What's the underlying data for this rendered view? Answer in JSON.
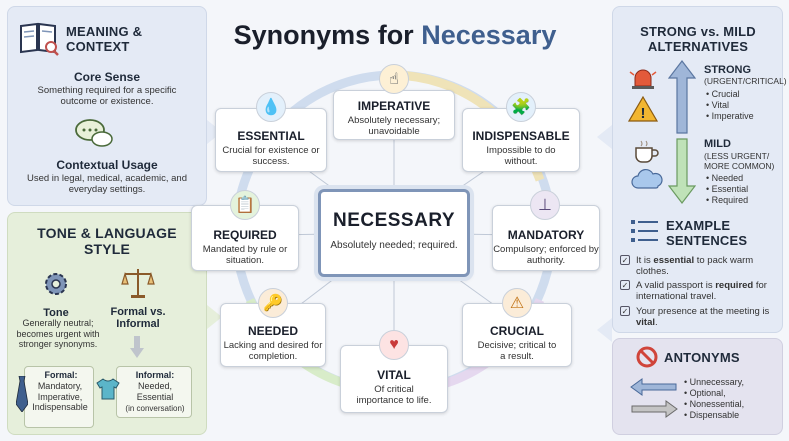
{
  "title": {
    "prefix": "Synonyms for",
    "accent": "Necessary"
  },
  "meaning": {
    "heading": "MEANING & CONTEXT",
    "core_sense_title": "Core Sense",
    "core_sense_text": "Something required for a specific outcome or existence.",
    "usage_title": "Contextual Usage",
    "usage_text": "Used in legal, medical, academic, and everyday settings."
  },
  "tone": {
    "heading": "TONE & LANGUAGE STYLE",
    "tone_title": "Tone",
    "tone_text": "Generally neutral; becomes urgent with stronger synonyms.",
    "formal_vs_title": "Formal vs. Informal",
    "formal_label": "Formal:",
    "formal_text": "Mandatory, Imperative, Indispensable",
    "informal_label": "Informal:",
    "informal_text": "Needed, Essential",
    "informal_note": "(in conversation)"
  },
  "center": {
    "title": "NECESSARY",
    "text": "Absolutely needed; required."
  },
  "synonyms": {
    "imperative": {
      "title": "IMPERATIVE",
      "text": "Absolutely necessary; unavoidable"
    },
    "essential": {
      "title": "ESSENTIAL",
      "text": "Crucial for existence or success."
    },
    "indispensable": {
      "title": "INDISPENSABLE",
      "text": "Impossible to do without."
    },
    "required": {
      "title": "REQUIRED",
      "text": "Mandated by rule or situation."
    },
    "mandatory": {
      "title": "MANDATORY",
      "text": "Compulsory; enforced by authority."
    },
    "needed": {
      "title": "NEEDED",
      "text": "Lacking and desired for completion."
    },
    "crucial": {
      "title": "CRUCIAL",
      "text": "Decisive; critical to a result."
    },
    "vital": {
      "title": "VITAL",
      "text": "Of critical importance to life."
    }
  },
  "strength": {
    "heading": "STRONG vs. MILD ALTERNATIVES",
    "strong_title": "STRONG",
    "strong_note": "(URGENT/CRITICAL)",
    "strong_items": [
      "• Crucial",
      "• Vital",
      "• Imperative"
    ],
    "mild_title": "MILD",
    "mild_note": "(LESS URGENT/ MORE COMMON)",
    "mild_items": [
      "• Needed",
      "• Essential",
      "• Required"
    ]
  },
  "examples": {
    "heading": "EXAMPLE SENTENCES",
    "s1_pre": "It is ",
    "s1_bold": "essential",
    "s1_post": " to pack warm clothes.",
    "s2_pre": "A valid passport is ",
    "s2_bold": "required",
    "s2_post": " for international travel.",
    "s3_pre": "Your presence at the meeting is ",
    "s3_bold": "vital",
    "s3_post": "."
  },
  "antonyms": {
    "heading": "ANTONYMS",
    "items": [
      "• Unnecessary,",
      "• Optional,",
      "• Nonessential,",
      "• Dispensable"
    ]
  },
  "colors": {
    "accent": "#3f5f8e",
    "strong_arrow": "#7f9bc4",
    "mild_arrow": "#9fd19a",
    "ring": "#c9d8ec"
  }
}
